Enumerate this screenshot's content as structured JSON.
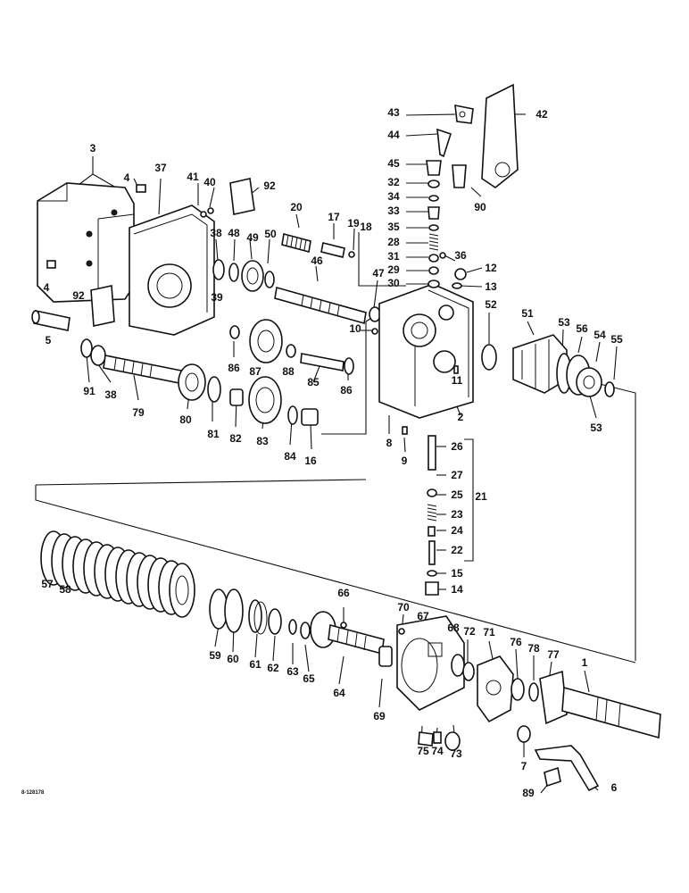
{
  "figure_id": "8-128178",
  "part_numbers": [
    "1",
    "2",
    "3",
    "4",
    "5",
    "6",
    "7",
    "8",
    "9",
    "10",
    "11",
    "12",
    "13",
    "14",
    "15",
    "16",
    "17",
    "18",
    "19",
    "20",
    "21",
    "22",
    "23",
    "24",
    "25",
    "26",
    "27",
    "28",
    "29",
    "30",
    "31",
    "32",
    "33",
    "34",
    "35",
    "36",
    "37",
    "38",
    "39",
    "40",
    "41",
    "42",
    "43",
    "44",
    "45",
    "46",
    "47",
    "48",
    "49",
    "50",
    "51",
    "52",
    "53",
    "54",
    "55",
    "56",
    "57",
    "58",
    "59",
    "60",
    "61",
    "62",
    "63",
    "64",
    "65",
    "66",
    "67",
    "68",
    "69",
    "70",
    "71",
    "72",
    "73",
    "74",
    "75",
    "76",
    "77",
    "78",
    "79",
    "80",
    "81",
    "82",
    "83",
    "84",
    "85",
    "86",
    "87",
    "88",
    "89",
    "90",
    "91",
    "92"
  ],
  "colors": {
    "ink": "#111111",
    "paper": "#ffffff"
  }
}
